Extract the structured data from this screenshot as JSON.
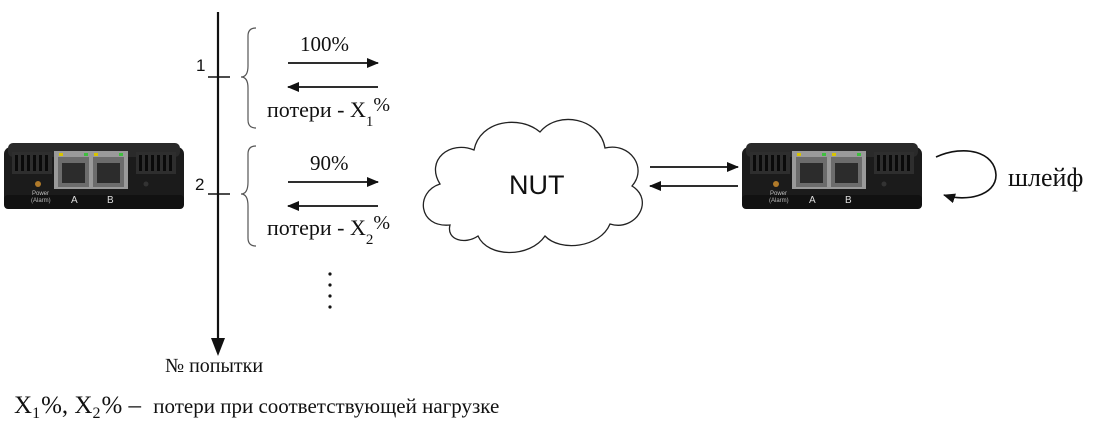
{
  "cloud_label": "NUT",
  "loop_label": "шлейф",
  "axis_label": "№ попытки",
  "attempts": [
    {
      "tick": "1",
      "load": "100%",
      "loss_prefix": "потери - X",
      "loss_sub": "1",
      "loss_suffix": "%"
    },
    {
      "tick": "2",
      "load": "90%",
      "loss_prefix": "потери - X",
      "loss_sub": "2",
      "loss_suffix": "%"
    }
  ],
  "device_labels": {
    "power": "Power",
    "alarm": "(Alarm)",
    "port_a": "A",
    "port_b": "B"
  },
  "footnote": {
    "var1": "X",
    "sub1": "1",
    "pct1": "%,",
    "var2": "X",
    "sub2": "2",
    "pct2": "%",
    "dash": "–",
    "text": "потери при соответствующей нагрузке"
  }
}
